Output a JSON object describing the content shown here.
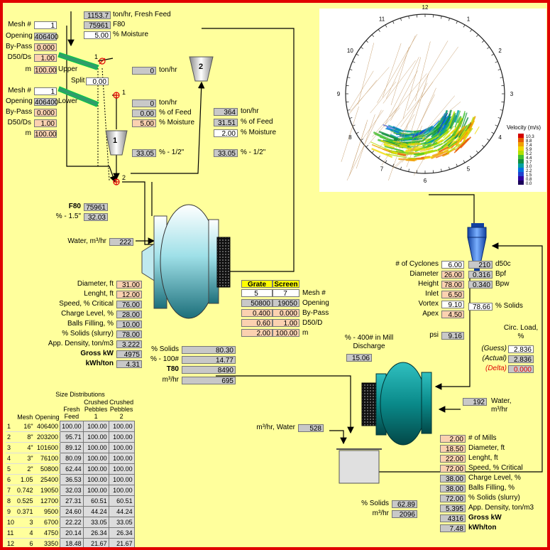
{
  "feed": {
    "fresh_feed_value": "1153.7",
    "fresh_feed_label": "ton/hr, Fresh Feed",
    "f80_value": "75961",
    "f80_label": "F80",
    "moisture_value": "5.00",
    "moisture_label": "% Moisture"
  },
  "screen_upper": {
    "mesh_label": "Mesh #",
    "mesh": "1",
    "opening_label": "Opening",
    "opening": "406400",
    "bypass_label": "By-Pass",
    "bypass": "0.000",
    "d50_label": "D50/Ds",
    "d50": "1.00",
    "m_label": "m",
    "m": "100.00",
    "deck_label": "Upper"
  },
  "split": {
    "label": "Split",
    "value": "0.00",
    "mark1": "1",
    "mark2": "1",
    "mark3": "2"
  },
  "screen_lower": {
    "mesh_label": "Mesh #",
    "mesh": "1",
    "opening_label": "Opening",
    "opening": "406400",
    "bypass_label": "By-Pass",
    "bypass": "0.000",
    "d50_label": "D50/Ds",
    "d50": "1.00",
    "m_label": "m",
    "m": "100.00",
    "deck_label": "Lower"
  },
  "crusher1": {
    "number": "1",
    "tonhr_upper": "0",
    "tonhr_label": "ton/hr",
    "tonhr": "0",
    "tonhr2_label": "ton/hr",
    "pct_feed": "0.00",
    "pct_feed_label": "% of Feed",
    "moisture": "5.00",
    "moisture_label": "% Moisture",
    "minus_half": "33.05",
    "minus_half_label": "% - 1/2\""
  },
  "crusher2": {
    "number": "2",
    "tonhr": "364",
    "tonhr_label": "ton/hr",
    "pct_feed": "31.51",
    "pct_feed_label": "% of Feed",
    "moisture": "2.00",
    "moisture_label": "% Moisture",
    "minus_half": "33.05",
    "minus_half_label": "% - 1/2\""
  },
  "sag_feed": {
    "f80_label": "F80",
    "f80": "75961",
    "minus15_label": "% - 1.5\"",
    "minus15": "32.03",
    "water_label": "Water, m³/hr",
    "water": "222"
  },
  "sag_mill": {
    "diameter_label": "Diameter, ft",
    "diameter": "31.00",
    "length_label": "Lenght, ft",
    "length": "12.00",
    "speed_label": "Speed, % Critical",
    "speed": "76.00",
    "charge_label": "Charge Level, %",
    "charge": "28.00",
    "balls_label": "Balls Filling, %",
    "balls": "10.00",
    "solids_label": "% Solids (slurry)",
    "solids": "78.00",
    "density_label": "App. Density, ton/m3",
    "density": "3.222",
    "gross_label": "Gross kW",
    "gross": "4975",
    "kwh_label": "kWh/ton",
    "kwh": "4.31"
  },
  "grate": {
    "grate_label": "Grate",
    "screen_label": "Screen",
    "mesh_label": "Mesh #",
    "mesh_g": "5",
    "mesh_s": "7",
    "opening_label": "Opening",
    "opening_g": "50800",
    "opening_s": "19050",
    "bypass_label": "By-Pass",
    "bypass_g": "0.400",
    "bypass_s": "0.000",
    "d50_label": "D50/D",
    "d50_g": "0.60",
    "d50_s": "1.00",
    "m_label": "m",
    "m_g": "2.00",
    "m_s": "100.00"
  },
  "sag_discharge": {
    "solids_label": "% Solids",
    "solids": "80.30",
    "minus100_label": "% - 100#",
    "minus100": "14.77",
    "t80_label": "T80",
    "t80": "8490",
    "flow_label": "m³/hr",
    "flow": "695"
  },
  "mill_discharge": {
    "label": "% - 400# in Mill Discharge",
    "value": "15.06"
  },
  "cyclones": {
    "n_label": "# of Cyclones",
    "n": "6.00",
    "diameter_label": "Diameter",
    "diameter": "26.00",
    "height_label": "Height",
    "height": "78.00",
    "inlet_label": "Inlet",
    "inlet": "6.50",
    "vortex_label": "Vortex",
    "vortex": "9.10",
    "apex_label": "Apex",
    "apex": "4.50",
    "psi_label": "psi",
    "psi": "9.16",
    "d50c": "210",
    "d50c_label": "d50c",
    "bpf": "0.316",
    "bpf_label": "Bpf",
    "bpw": "0.340",
    "bpw_label": "Bpw",
    "solids": "78.66",
    "solids_label": "% Solids"
  },
  "circ_load": {
    "title": "Circ. Load, %",
    "guess_label": "(Guess)",
    "guess": "2.836",
    "actual_label": "(Actual)",
    "actual": "2.836",
    "delta_label": "(Delta)",
    "delta": "0.000"
  },
  "ball_water": {
    "value": "192",
    "label": "Water, m³/hr"
  },
  "sump": {
    "water_label": "m³/hr, Water",
    "water": "528",
    "solids_label": "% Solids",
    "solids": "62.89",
    "flow_label": "m³/hr",
    "flow": "2096"
  },
  "ball_mill": {
    "mills_label": "# of Mills",
    "mills": "2.00",
    "diameter_label": "Diameter, ft",
    "diameter": "18.50",
    "length_label": "Lenght, ft",
    "length": "22.00",
    "speed_label": "Speed, % Critical",
    "speed": "72.00",
    "charge_label": "Charge Level, %",
    "charge": "38.00",
    "balls_label": "Balls Filling, %",
    "balls": "38.00",
    "solids_label": "% Solids (slurry)",
    "solids": "72.00",
    "density_label": "App. Density, ton/m3",
    "density": "5.395",
    "gross_label": "Gross kW",
    "gross": "4316",
    "kwh_label": "kWh/ton",
    "kwh": "7.48"
  },
  "velocity": {
    "title": "Velocity (m/s)",
    "scale": [
      "10.3",
      "8.8",
      "7.4",
      "5.9",
      "5.2",
      "4.4",
      "3.7",
      "3.0",
      "2.2",
      "1.5",
      "0.8",
      "0.0"
    ],
    "clock": [
      "12",
      "11",
      "10",
      "9",
      "8",
      "7",
      "6",
      "5",
      "4",
      "3",
      "2",
      "1"
    ],
    "colors": [
      "#d40000",
      "#e85a00",
      "#f0a000",
      "#f0d800",
      "#b0e000",
      "#40c030",
      "#109040",
      "#00a0a0",
      "#0070e0",
      "#2040d0",
      "#3000a0",
      "#1a005a"
    ]
  },
  "size_table": {
    "title": "Size Distributions",
    "headers": [
      "Mesh",
      "Opening",
      "Fresh Feed",
      "Crushed Pebbles 1",
      "Crushed Pebbles 2"
    ],
    "rows": [
      [
        "1",
        "16\"",
        "406400",
        "100.00",
        "100.00",
        "100.00"
      ],
      [
        "2",
        "8\"",
        "203200",
        "95.71",
        "100.00",
        "100.00"
      ],
      [
        "3",
        "4\"",
        "101600",
        "89.12",
        "100.00",
        "100.00"
      ],
      [
        "4",
        "3\"",
        "76100",
        "80.09",
        "100.00",
        "100.00"
      ],
      [
        "5",
        "2\"",
        "50800",
        "62.44",
        "100.00",
        "100.00"
      ],
      [
        "6",
        "1.05",
        "25400",
        "36.53",
        "100.00",
        "100.00"
      ],
      [
        "7",
        "0.742",
        "19050",
        "32.03",
        "100.00",
        "100.00"
      ],
      [
        "8",
        "0.525",
        "12700",
        "27.31",
        "60.51",
        "60.51"
      ],
      [
        "9",
        "0.371",
        "9500",
        "24.60",
        "44.24",
        "44.24"
      ],
      [
        "10",
        "3",
        "6700",
        "22.22",
        "33.05",
        "33.05"
      ],
      [
        "11",
        "4",
        "4750",
        "20.14",
        "26.34",
        "26.34"
      ],
      [
        "12",
        "6",
        "3350",
        "18.48",
        "21.67",
        "21.67"
      ]
    ]
  }
}
